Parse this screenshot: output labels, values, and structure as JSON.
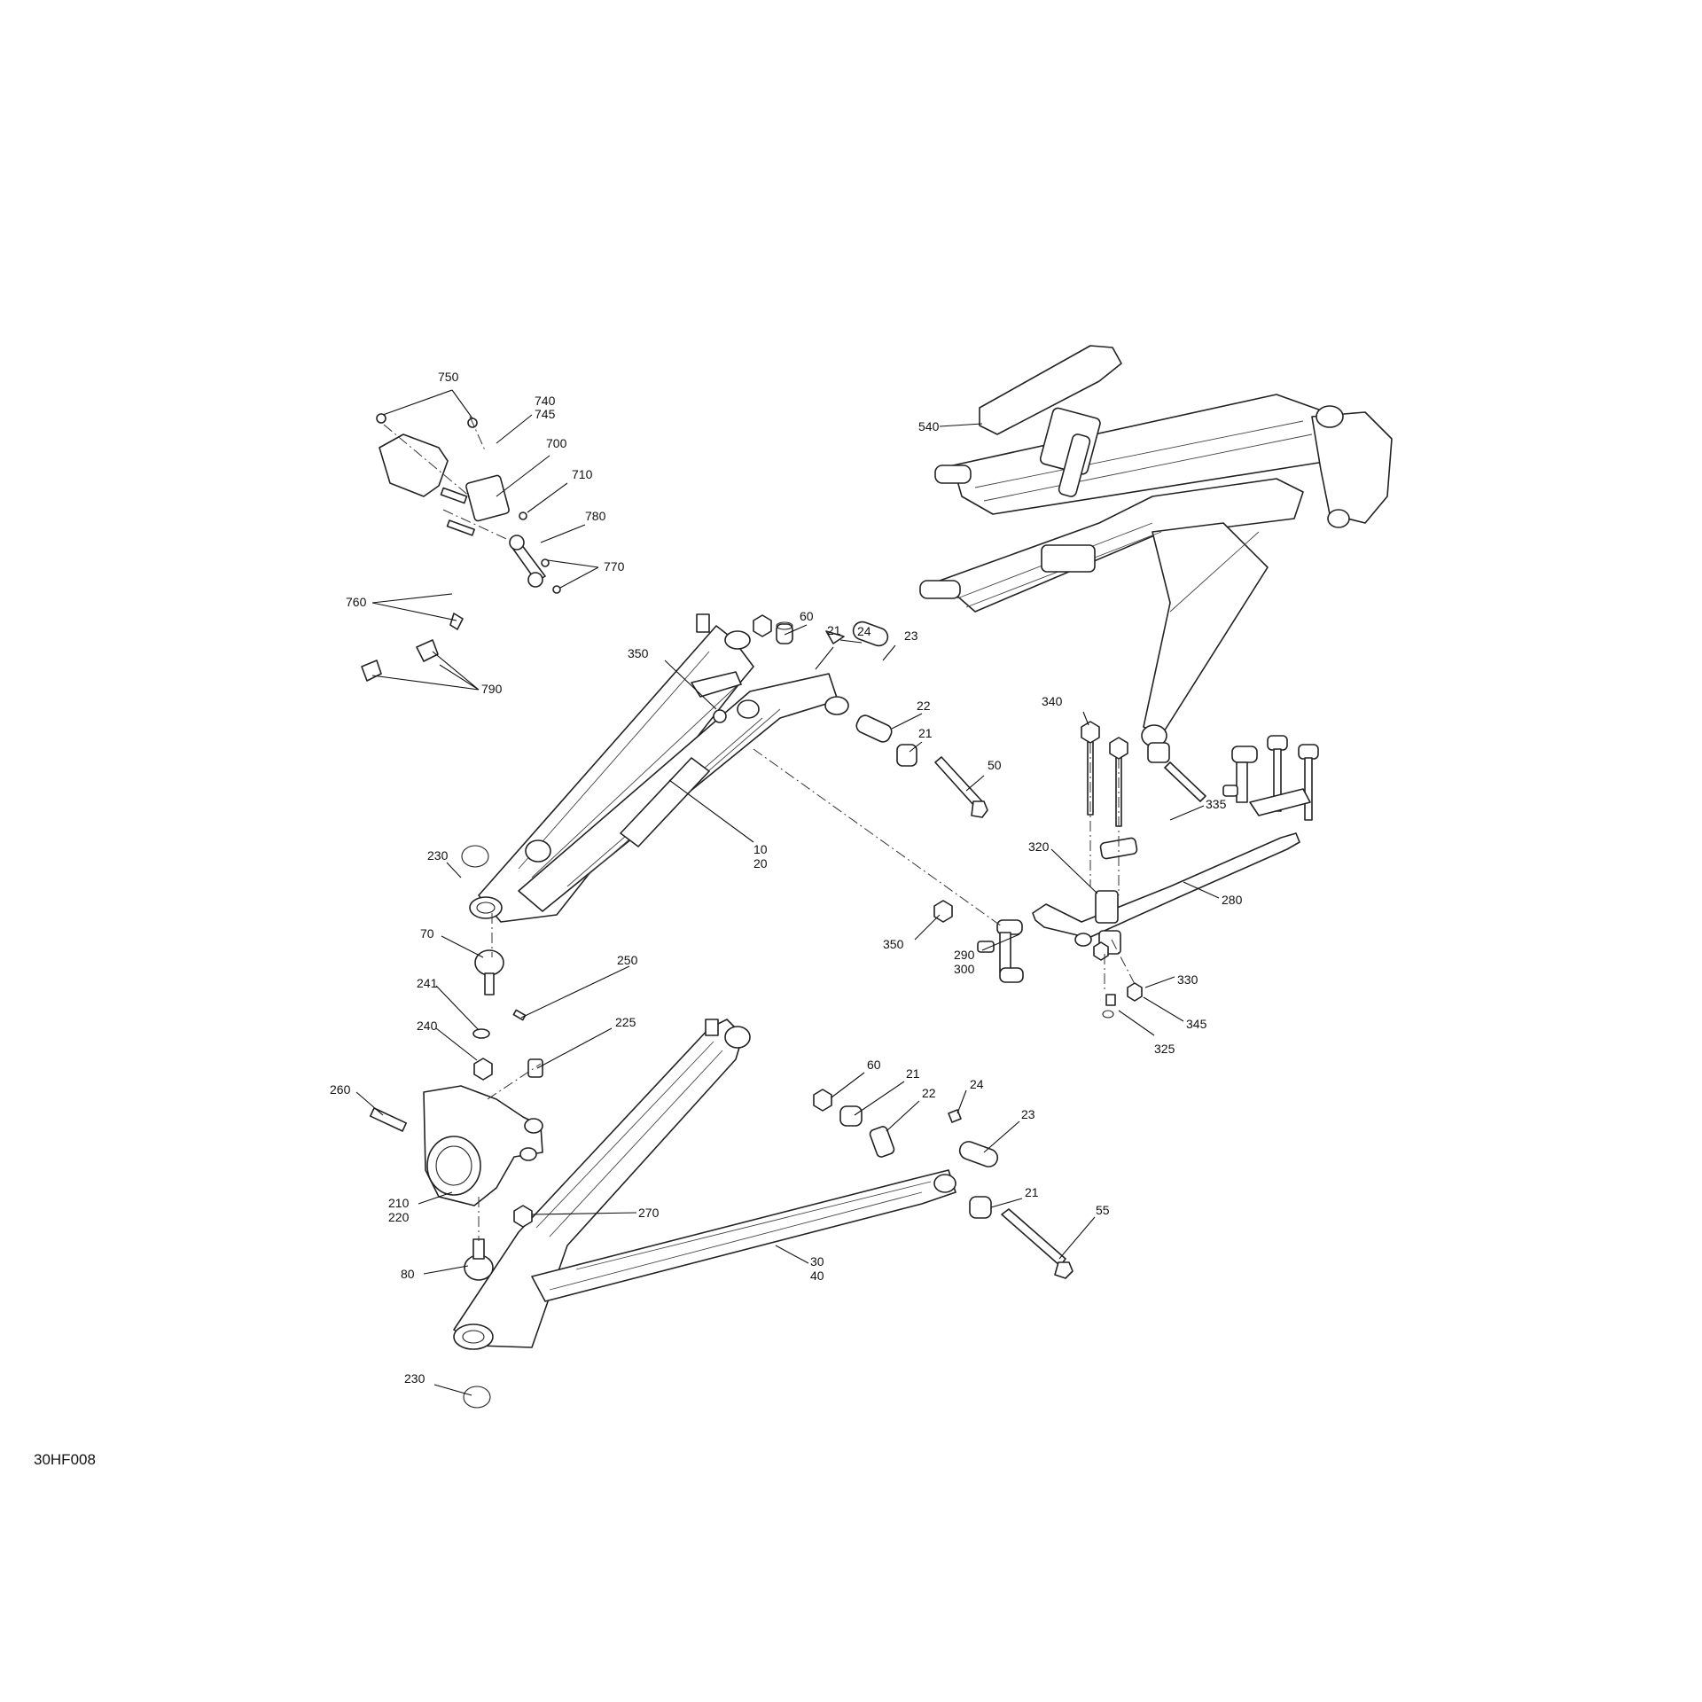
{
  "diagram_ref": "30HF008",
  "callouts": {
    "c750": "750",
    "c740": "740",
    "c745": "745",
    "c700": "700",
    "c710": "710",
    "c760": "760",
    "c780": "780",
    "c770": "770",
    "c790": "790",
    "c540": "540",
    "c60a": "60",
    "c21a": "21",
    "c24a": "24",
    "c23a": "23",
    "c350a": "350",
    "c22a": "22",
    "c21b": "21",
    "c50": "50",
    "c230a": "230",
    "c10": "10",
    "c20": "20",
    "c340": "340",
    "c335": "335",
    "c320": "320",
    "c280": "280",
    "c350b": "350",
    "c290": "290",
    "c300": "300",
    "c330": "330",
    "c345": "345",
    "c325": "325",
    "c70": "70",
    "c250": "250",
    "c241": "241",
    "c240": "240",
    "c225": "225",
    "c260": "260",
    "c60b": "60",
    "c21c": "21",
    "c22b": "22",
    "c24b": "24",
    "c23b": "23",
    "c210": "210",
    "c220": "220",
    "c270": "270",
    "c21d": "21",
    "c55": "55",
    "c80": "80",
    "c30": "30",
    "c40": "40",
    "c230b": "230"
  }
}
